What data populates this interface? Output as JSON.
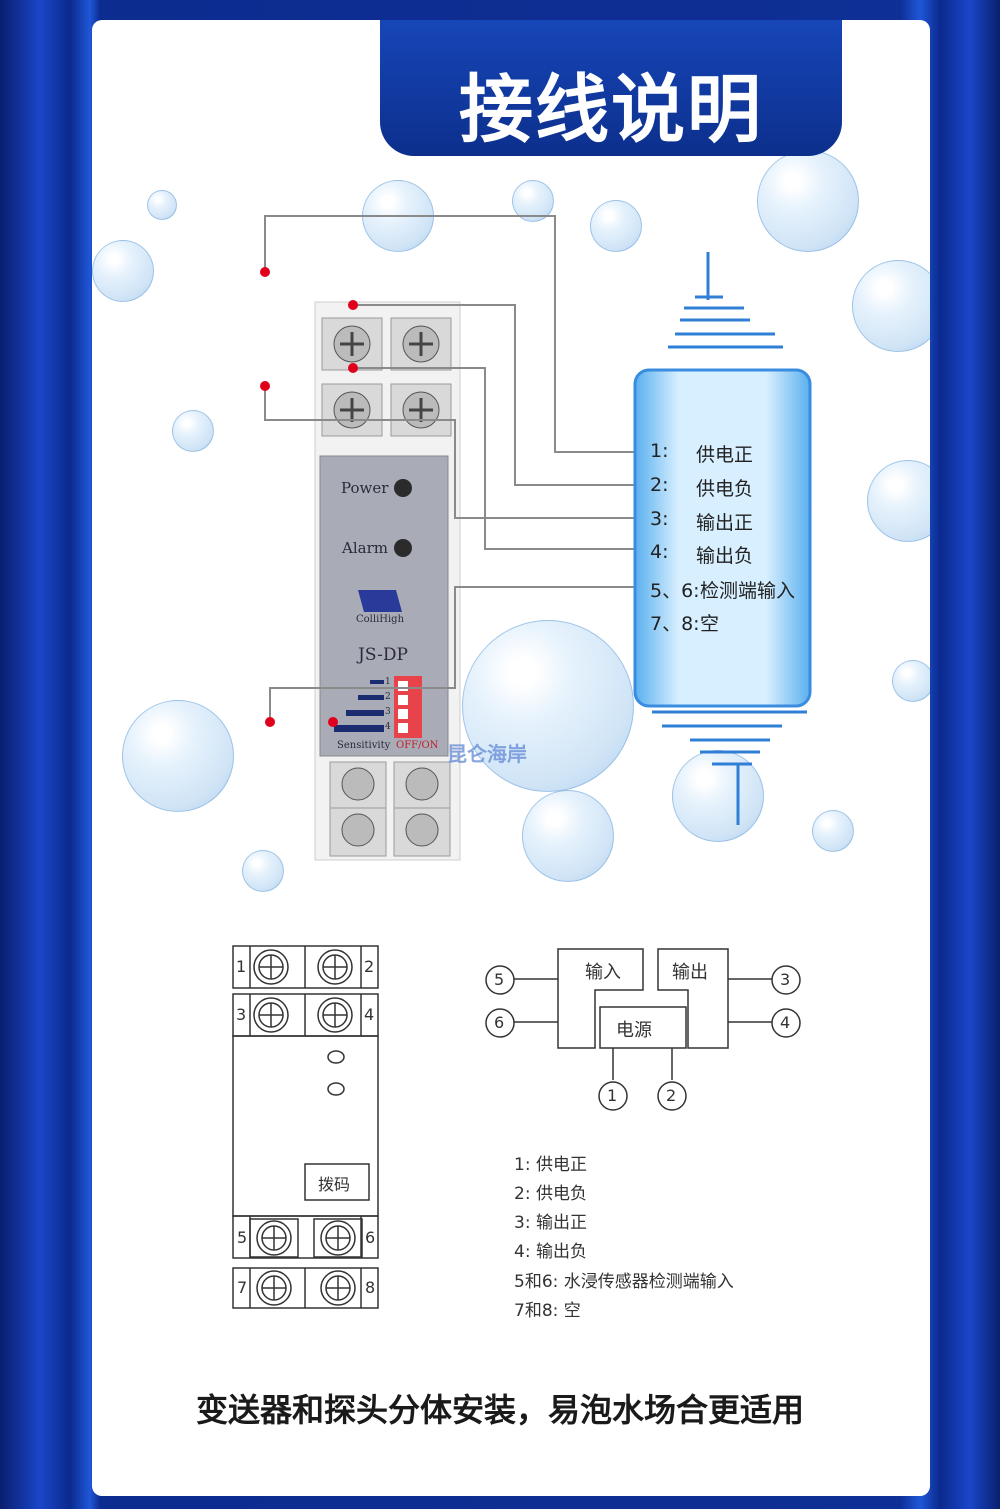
{
  "title": "接线说明",
  "device": {
    "power_label": "Power",
    "alarm_label": "Alarm",
    "brand": "ColliHigh",
    "model": "JS-DP",
    "sensitivity_label": "Sensitivity",
    "offon_label": "OFF/ON",
    "dip_numbers": [
      "1",
      "2",
      "3",
      "4"
    ]
  },
  "legend": [
    {
      "num": "1:",
      "text": "供电正"
    },
    {
      "num": "2:",
      "text": "供电负"
    },
    {
      "num": "3:",
      "text": "输出正"
    },
    {
      "num": "4:",
      "text": "输出负"
    },
    {
      "num": "5、6:",
      "text": "检测端输入"
    },
    {
      "num": "7、8:",
      "text": "空"
    }
  ],
  "watermark": "昆仑海岸",
  "schematic": {
    "terminals": [
      "1",
      "2",
      "3",
      "4",
      "5",
      "6",
      "7",
      "8"
    ],
    "dip_label": "拨码"
  },
  "block_diagram": {
    "input_label": "输入",
    "output_label": "输出",
    "power_label": "电源",
    "nodes": [
      "5",
      "6",
      "3",
      "4",
      "1",
      "2"
    ]
  },
  "pin_list": [
    "1:  供电正",
    "2:  供电负",
    "3:  输出正",
    "4:  输出负",
    "5和6:  水浸传感器检测端输入",
    "7和8:  空"
  ],
  "bottom_caption": "变送器和探头分体安装，易泡水场合更适用",
  "colors": {
    "accent_blue": "#1746b8",
    "dot_red": "#e0001b"
  }
}
